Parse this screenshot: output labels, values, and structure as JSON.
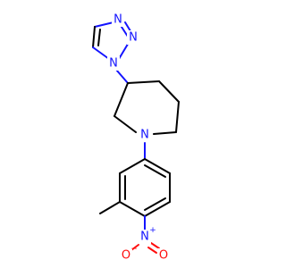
{
  "molecule": {
    "atom_labels": {
      "triazole_n1": "N",
      "triazole_n2": "N",
      "triazole_n3": "N",
      "azepane_n": "N",
      "nitro_n": "N",
      "nitro_o_minus": "O",
      "nitro_o_double": "O"
    },
    "charges": {
      "nitro_n_plus": "+",
      "nitro_o_minus": "−"
    },
    "colors": {
      "carbon_bond": "#000000",
      "nitrogen": "#1414ff",
      "oxygen": "#ff0d0d",
      "background": "#ffffff"
    }
  }
}
